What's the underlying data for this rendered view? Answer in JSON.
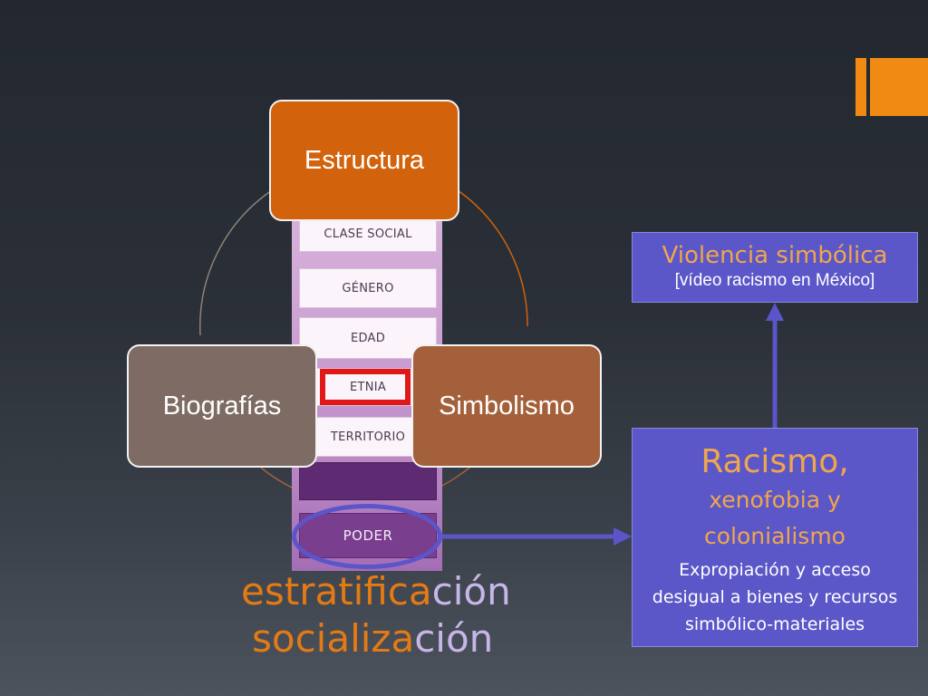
{
  "cycle": {
    "estructura": "Estructura",
    "biografias": "Biografías",
    "simbolismo": "Simbolismo"
  },
  "strata": {
    "items": [
      "CLASE SOCIAL",
      "GÉNERO",
      "EDAD",
      "ETNIA",
      "TERRITORIO"
    ],
    "poder": "PODER"
  },
  "violencia": {
    "title": "Violencia simbólica",
    "subtitle": "[vídeo racismo en México]"
  },
  "racismo": {
    "title": "Racismo,",
    "subtitle_line1": "xenofobia y",
    "subtitle_line2": "colonialismo",
    "desc_line1": "Expropiación y acceso",
    "desc_line2": "desigual a bienes y recursos",
    "desc_line3": "simbólico-materiales"
  },
  "bottom": {
    "line1_part1": "estratifica",
    "line1_part2": "ción",
    "line2_part1": "socializa",
    "line2_part2": "ción"
  },
  "colors": {
    "accent_orange": "#f08a12",
    "box_blue": "#5b57c8",
    "highlight_red": "#e01818"
  }
}
